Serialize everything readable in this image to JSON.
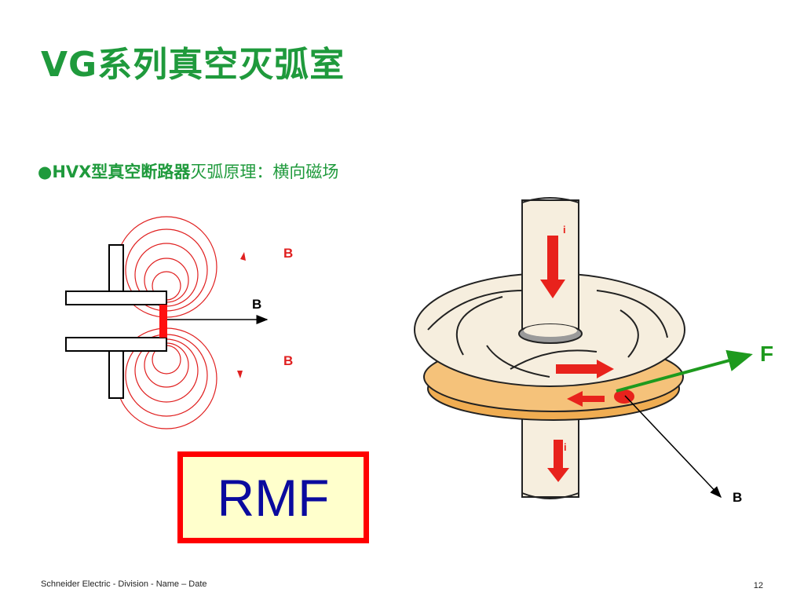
{
  "slide": {
    "title": "VG系列真空灭弧室",
    "bullet": {
      "marker": "●",
      "bold_text": "HVX型真空断路器",
      "text": "灭弧原理：横向磁场"
    },
    "rmf_label": "RMF",
    "footer": "Schneider Electric - Division - Name – Date",
    "page_number": "12"
  },
  "diagram_labels": {
    "left_b_top": "B",
    "left_b_center": "B",
    "left_b_bottom": "B",
    "current_top": "i",
    "current_bottom": "i",
    "force": "F",
    "right_b": "B"
  },
  "colors": {
    "title_green": "#1f9a3c",
    "field_red": "#e02020",
    "force_green": "#1e9a1e",
    "rmf_border": "#ff0000",
    "rmf_fill": "#ffffcc",
    "rmf_text": "#0a0a9e",
    "contact_cream": "#f6eede",
    "contact_orange": "#f0ad52"
  }
}
